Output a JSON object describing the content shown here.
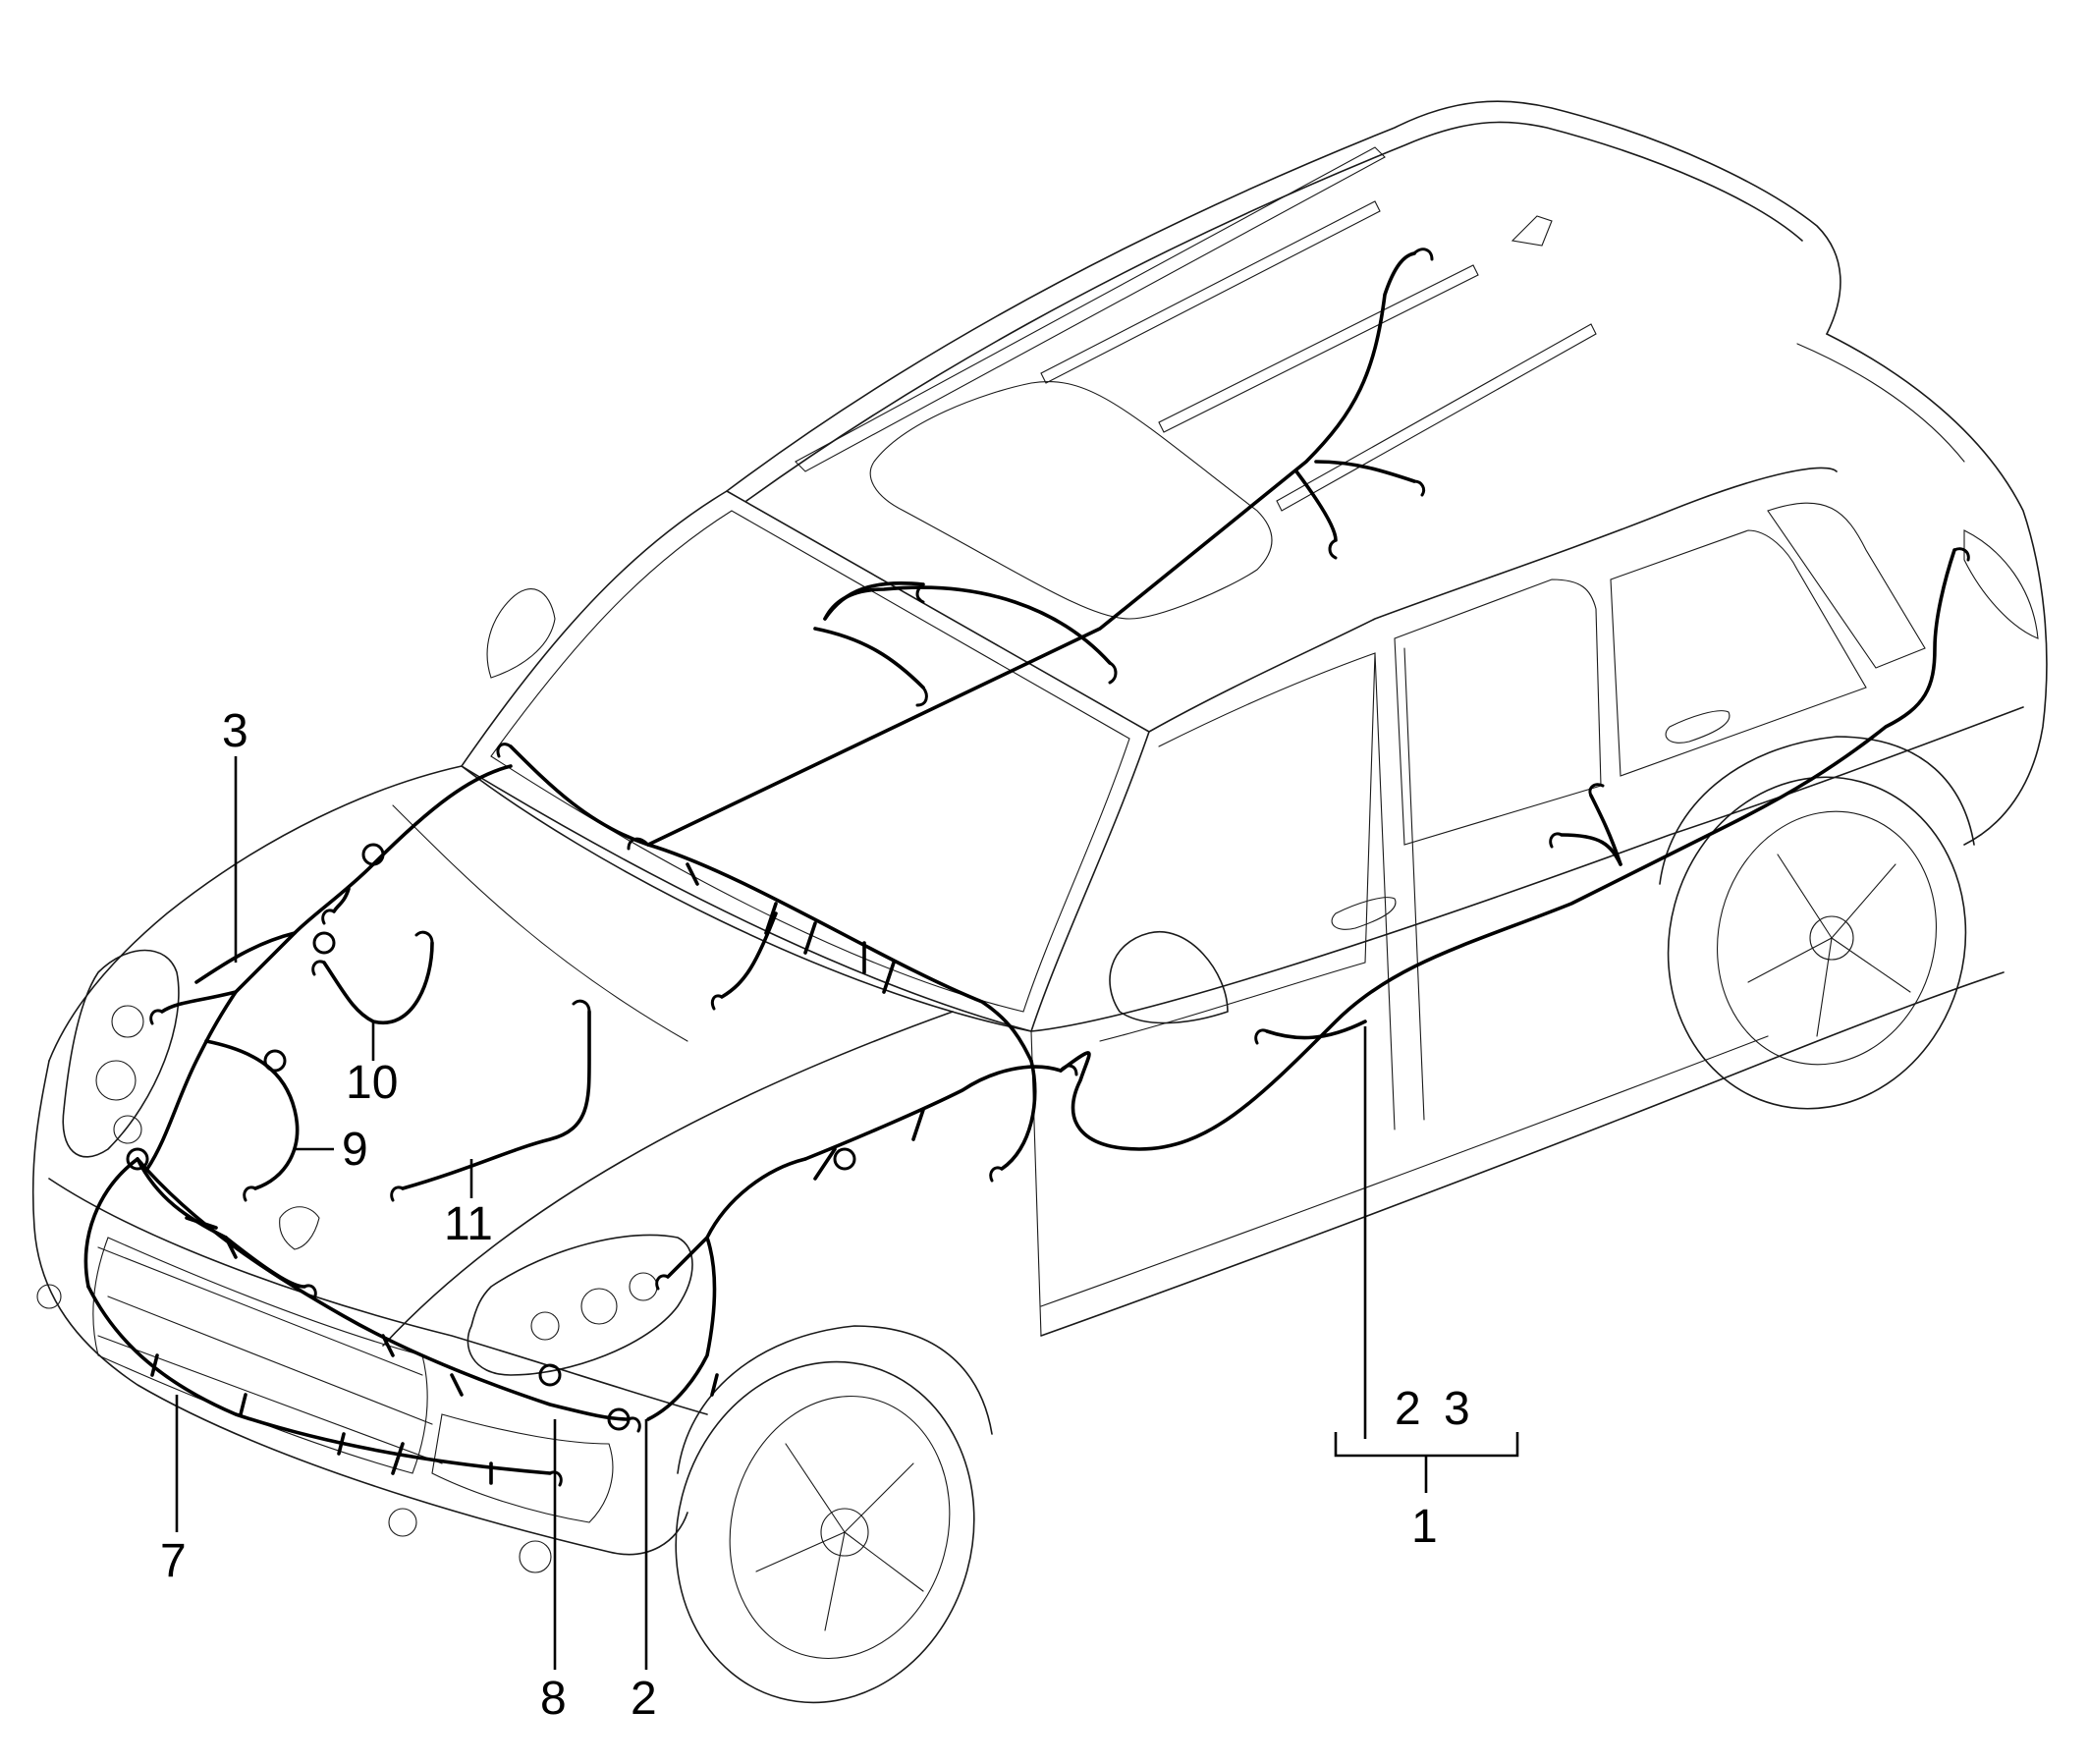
{
  "diagram": {
    "callouts": {
      "c1": "1",
      "c2_bracket": "2",
      "c3_bracket": "3",
      "c2": "2",
      "c3": "3",
      "c7": "7",
      "c8": "8",
      "c9": "9",
      "c10": "10",
      "c11": "11"
    }
  }
}
